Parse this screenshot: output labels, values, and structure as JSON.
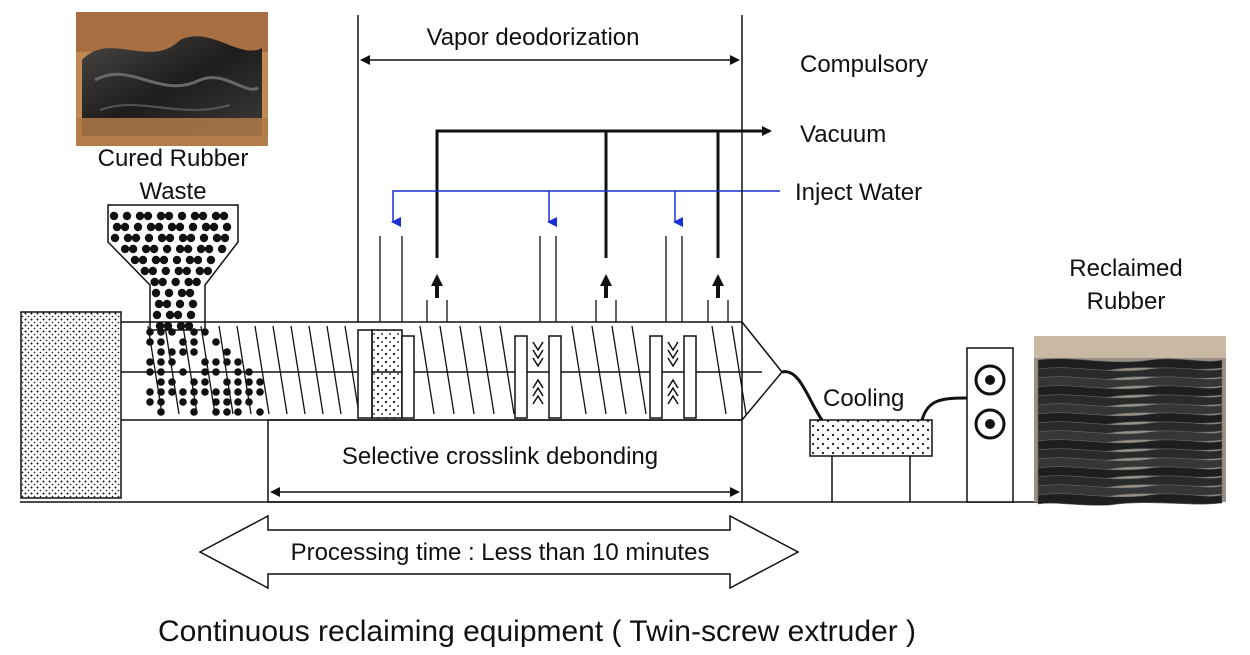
{
  "labels": {
    "vapor": "Vapor deodorization",
    "compulsory": "Compulsory",
    "vacuum": "Vacuum",
    "inject_water": "Inject Water",
    "cured_rubber_1": "Cured Rubber",
    "cured_rubber_2": "Waste",
    "reclaimed_1": "Reclaimed",
    "reclaimed_2": "Rubber",
    "cooling": "Cooling",
    "selective": "Selective crosslink debonding",
    "processing": "Processing time : Less than 10 minutes",
    "title": "Continuous reclaiming equipment ( Twin-screw extruder )"
  },
  "colors": {
    "line": "#111111",
    "water": "#1a2fd6",
    "background": "#ffffff",
    "rubber_photo": "#2b2a28",
    "box_photo": "#c08a55",
    "stack_photo": "#3a3a3a"
  },
  "icons": {
    "vacuum_port": "up-arrow-icon",
    "water_inlet": "down-arrow-icon"
  }
}
